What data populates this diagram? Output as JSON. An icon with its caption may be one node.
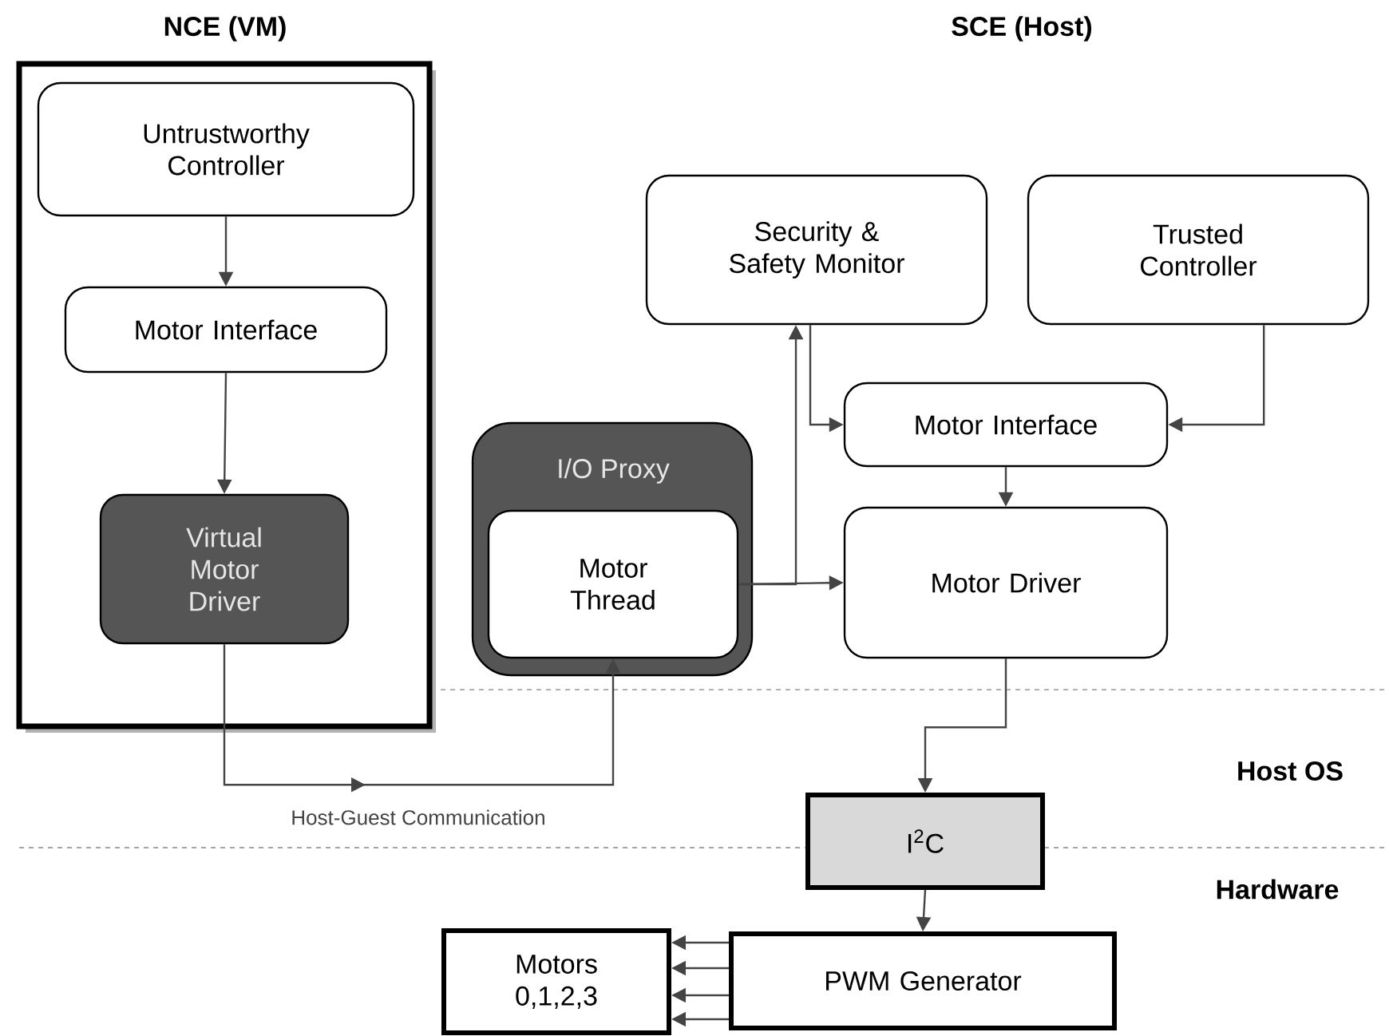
{
  "diagram": {
    "nodes": [
      {
        "text": [
          "NCE (VM)"
        ]
      },
      {
        "text": [
          "Untrustworthy Controller"
        ],
        "in": 0
      },
      {
        "text": [
          "Motor Interface"
        ],
        "in": 0
      },
      {
        "text": [
          "Virtual Motor Driver"
        ],
        "in": 0
      },
      {
        "text": [
          "I/O Proxy"
        ]
      },
      {
        "text": [
          "Motor Thread"
        ],
        "in": 4
      },
      {
        "text": [
          "Security & Safety Monitor"
        ]
      },
      {
        "text": [
          "Trusted Controller"
        ]
      },
      {
        "text": [
          "Motor Interface"
        ]
      },
      {
        "text": [
          "Motor Driver"
        ]
      },
      {
        "text": [
          "I$^{2}$C"
        ]
      },
      {
        "text": [
          "PWM Generator"
        ]
      },
      {
        "text": [
          "Motors 0,1,2,3"
        ]
      }
    ],
    "edges": [
      {
        "from": 1,
        "to": 2,
        "arrow": "to"
      },
      {
        "from": 2,
        "to": 3,
        "arrow": "to"
      },
      {
        "from": 3,
        "to": 5,
        "arrow": "to",
        "label": "Host-Guest Communication"
      },
      {
        "from": 5,
        "to": 9,
        "arrow": "to"
      },
      {
        "from": 5,
        "to": 6,
        "arrow": "to"
      },
      {
        "from": 6,
        "to": 8,
        "arrow": "to"
      },
      {
        "from": 7,
        "to": 8,
        "arrow": "to"
      },
      {
        "from": 8,
        "to": 9,
        "arrow": "to"
      },
      {
        "from": 9,
        "to": 10,
        "arrow": "to"
      },
      {
        "from": 10,
        "to": 11,
        "arrow": "to"
      },
      {
        "from": 11,
        "to": 12,
        "arrow": "to"
      },
      {
        "from": 11,
        "to": 12,
        "arrow": "to"
      },
      {
        "from": 11,
        "to": 12,
        "arrow": "to"
      },
      {
        "from": 11,
        "to": 12,
        "arrow": "to"
      }
    ],
    "labels": [
      "SCE (Host)",
      "Host OS",
      "Hardware"
    ]
  }
}
